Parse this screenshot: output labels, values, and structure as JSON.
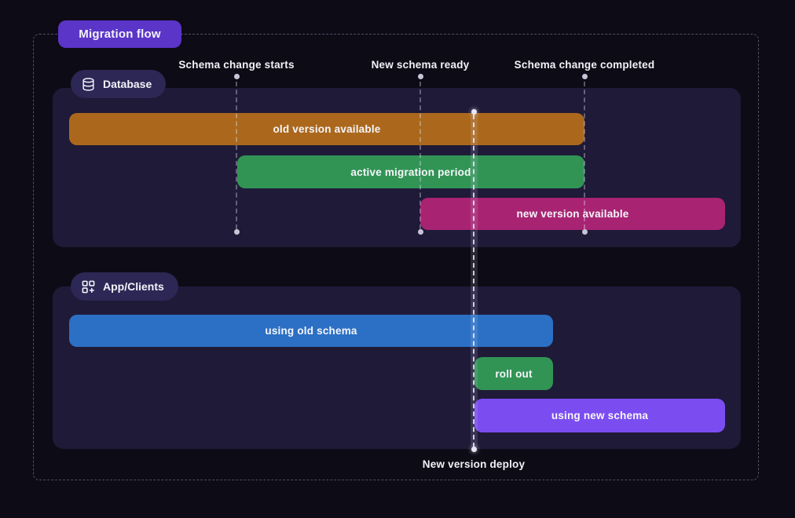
{
  "header": {
    "title": "Migration flow"
  },
  "milestones": [
    {
      "id": "schema-change-starts",
      "label": "Schema change starts"
    },
    {
      "id": "new-schema-ready",
      "label": "New schema ready"
    },
    {
      "id": "schema-change-completed",
      "label": "Schema change completed"
    },
    {
      "id": "new-version-deploy",
      "label": "New version deploy"
    }
  ],
  "lanes": [
    {
      "label": "Database",
      "icon": "database-icon",
      "bars": [
        {
          "label": "old version available",
          "color": "#ab681c",
          "from": "timeline start",
          "to": "Schema change completed"
        },
        {
          "label": "active migration period",
          "color": "#319455",
          "from": "Schema change starts",
          "to": "Schema change completed"
        },
        {
          "label": "new version available",
          "color": "#a82472",
          "from": "New schema ready",
          "to": "timeline end"
        }
      ]
    },
    {
      "label": "App/Clients",
      "icon": "apps-add-icon",
      "bars": [
        {
          "label": "using old schema",
          "color": "#2b70c4",
          "from": "timeline start",
          "to": "after New version deploy"
        },
        {
          "label": "roll out",
          "color": "#319455",
          "from": "New version deploy",
          "to": "after New version deploy"
        },
        {
          "label": "using new schema",
          "color": "#7b4df0",
          "from": "New version deploy",
          "to": "timeline end"
        }
      ]
    }
  ],
  "colors": {
    "background": "#0d0b15",
    "panel": "#1f1a38",
    "title_pill": "#5a35c8",
    "lane_pill": "#2d2755",
    "bar_orange": "#ab681c",
    "bar_green": "#319455",
    "bar_magenta": "#a82472",
    "bar_blue": "#2b70c4",
    "bar_violet": "#7b4df0",
    "text": "#f2f1f8",
    "dashed_lines": "#8f8fa6"
  }
}
